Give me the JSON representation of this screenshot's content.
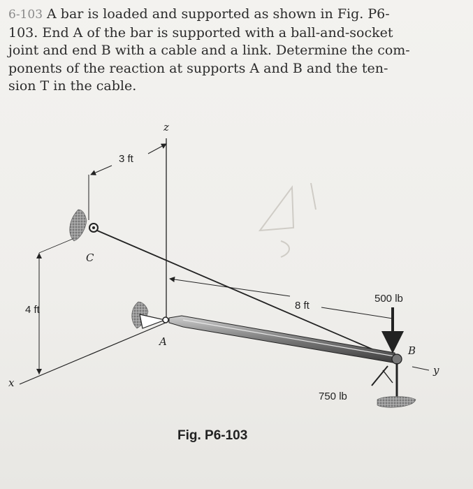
{
  "problem": {
    "number": "6-103",
    "lines": [
      "A bar is loaded and supported as shown in Fig. P6-",
      "103. End A of the bar is supported with a ball-and-socket",
      "joint and end B with a cable and a link. Determine the com-",
      "ponents of the reaction at supports A and B and the ten-",
      "sion T in the cable."
    ]
  },
  "figure": {
    "caption": "Fig. P6-103",
    "labels": {
      "z_axis": "z",
      "x_axis": "x",
      "y_axis": "y",
      "point_a": "A",
      "point_b": "B",
      "point_c": "C",
      "dim_3ft": "3 ft",
      "dim_4ft": "4 ft",
      "dim_8ft": "8 ft",
      "load_500": "500 lb",
      "load_750": "750 lb"
    },
    "colors": {
      "ink": "#222222",
      "support_hatch": "#7a7a7a",
      "pencil": "#c9c6c0"
    }
  }
}
